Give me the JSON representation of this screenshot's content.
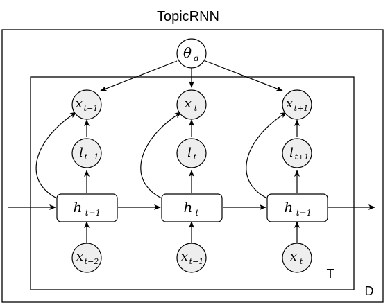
{
  "title": "TopicRNN",
  "plates": {
    "outer_label": "D",
    "inner_label": "T"
  },
  "nodes": {
    "theta": {
      "base": "θ",
      "sub": "d"
    },
    "outputs": [
      {
        "base": "x",
        "sub": "t−1"
      },
      {
        "base": "x",
        "sub": "t"
      },
      {
        "base": "x",
        "sub": "t+1"
      }
    ],
    "stopwords": [
      {
        "base": "l",
        "sub": "t−1"
      },
      {
        "base": "l",
        "sub": "t"
      },
      {
        "base": "l",
        "sub": "t+1"
      }
    ],
    "hidden": [
      {
        "base": "h",
        "sub": "t−1"
      },
      {
        "base": "h",
        "sub": "t"
      },
      {
        "base": "h",
        "sub": "t+1"
      }
    ],
    "inputs": [
      {
        "base": "x",
        "sub": "t−2"
      },
      {
        "base": "x",
        "sub": "t−1"
      },
      {
        "base": "x",
        "sub": "t"
      }
    ]
  },
  "edges": [
    [
      "theta",
      "output-0"
    ],
    [
      "theta",
      "output-1"
    ],
    [
      "theta",
      "output-2"
    ],
    [
      "stopword-0",
      "output-0"
    ],
    [
      "stopword-1",
      "output-1"
    ],
    [
      "stopword-2",
      "output-2"
    ],
    [
      "hidden-0",
      "stopword-0"
    ],
    [
      "hidden-1",
      "stopword-1"
    ],
    [
      "hidden-2",
      "stopword-2"
    ],
    [
      "hidden-0",
      "output-0"
    ],
    [
      "hidden-1",
      "output-1"
    ],
    [
      "hidden-2",
      "output-2"
    ],
    [
      "input-0",
      "hidden-0"
    ],
    [
      "input-1",
      "hidden-1"
    ],
    [
      "input-2",
      "hidden-2"
    ],
    [
      "hidden-0",
      "hidden-1"
    ],
    [
      "hidden-1",
      "hidden-2"
    ]
  ]
}
